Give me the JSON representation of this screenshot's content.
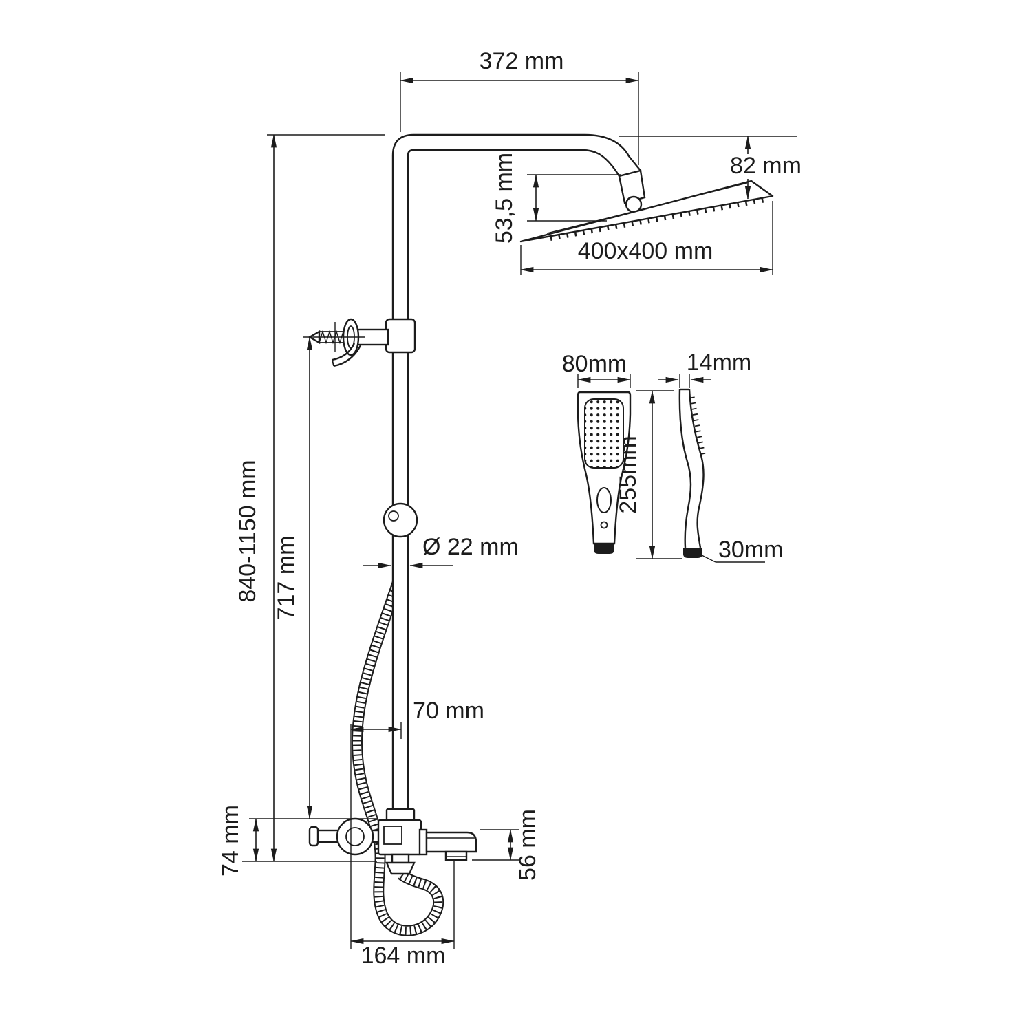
{
  "page": {
    "background": "#ffffff",
    "line_color": "#1c1c1c"
  },
  "diagram": {
    "labels": {
      "arm_width": "372 mm",
      "head_drop": "82 mm",
      "head_offset": "53,5 mm",
      "head_size": "400x400 mm",
      "hand_shower_width": "80mm",
      "hand_shower_depth": "14mm",
      "hand_shower_length": "255mm",
      "hand_shower_cap": "30mm",
      "pipe_diameter": "Ø 22 mm",
      "total_height": "840-1150 mm",
      "bracket_to_mixer": "717 mm",
      "handle_offset": "70 mm",
      "mixer_height": "74 mm",
      "spout_height": "56 mm",
      "spout_reach": "164 mm"
    }
  }
}
